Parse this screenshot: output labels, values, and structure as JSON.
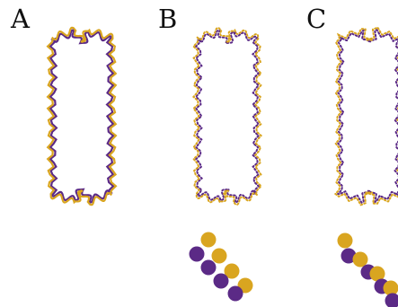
{
  "panels": [
    {
      "label": "A",
      "frame_style": "solid-wave",
      "has_beads": false
    },
    {
      "label": "B",
      "frame_style": "dotted-wave",
      "has_beads": true
    },
    {
      "label": "C",
      "frame_style": "dotted-zigzag",
      "has_beads": true
    }
  ],
  "colors": {
    "purple": "#5b2a86",
    "gold": "#d9a520",
    "text": "#111111",
    "background": "#ffffff"
  }
}
